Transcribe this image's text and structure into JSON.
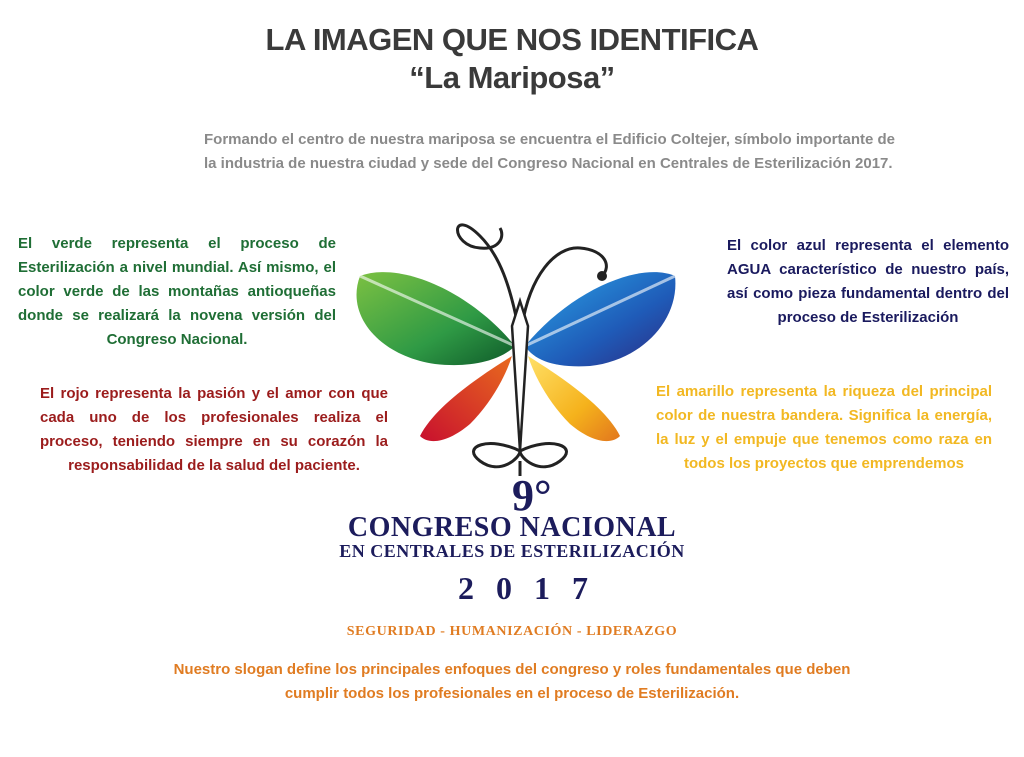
{
  "header": {
    "title": "LA IMAGEN QUE NOS IDENTIFICA",
    "subtitle": "“La Mariposa”"
  },
  "intro": "Formando el centro de nuestra mariposa se encuentra el Edificio Coltejer, símbolo importante de la industria de nuestra ciudad y sede del Congreso Nacional en Centrales de Esterilización 2017.",
  "colors": {
    "green": {
      "text": "El verde representa el proceso de Esterilización a nivel mundial. Así mismo, el color verde de las montañas antioqueñas donde se realizará la novena versión del Congreso Nacional.",
      "hex": "#1f6e35"
    },
    "blue": {
      "text": "El color azul representa el elemento AGUA característico de nuestro país, así como pieza fundamental dentro del proceso de Esterilización",
      "hex": "#1a1a5e"
    },
    "red": {
      "text": "El rojo representa la pasión y el amor con que cada uno de los profesionales realiza el proceso, teniendo siempre en su corazón la responsabilidad de la salud del paciente.",
      "hex": "#9b1c1c"
    },
    "yellow": {
      "text": "El amarillo representa la riqueza del principal color de nuestra bandera. Significa la energía, la luz y el empuje que tenemos como raza en todos los proyectos que emprendemos",
      "hex": "#f2b822"
    }
  },
  "logo": {
    "edition": "9°",
    "name": "CONGRESO NACIONAL",
    "subname": "EN CENTRALES DE ESTERILIZACIÓN",
    "year": "2017"
  },
  "slogan": {
    "heading": "SEGURIDAD - HUMANIZACIÓN - LIDERAZGO",
    "text": "Nuestro slogan define los principales enfoques del congreso y roles fundamentales que deben cumplir todos los profesionales en el proceso de Esterilización."
  }
}
